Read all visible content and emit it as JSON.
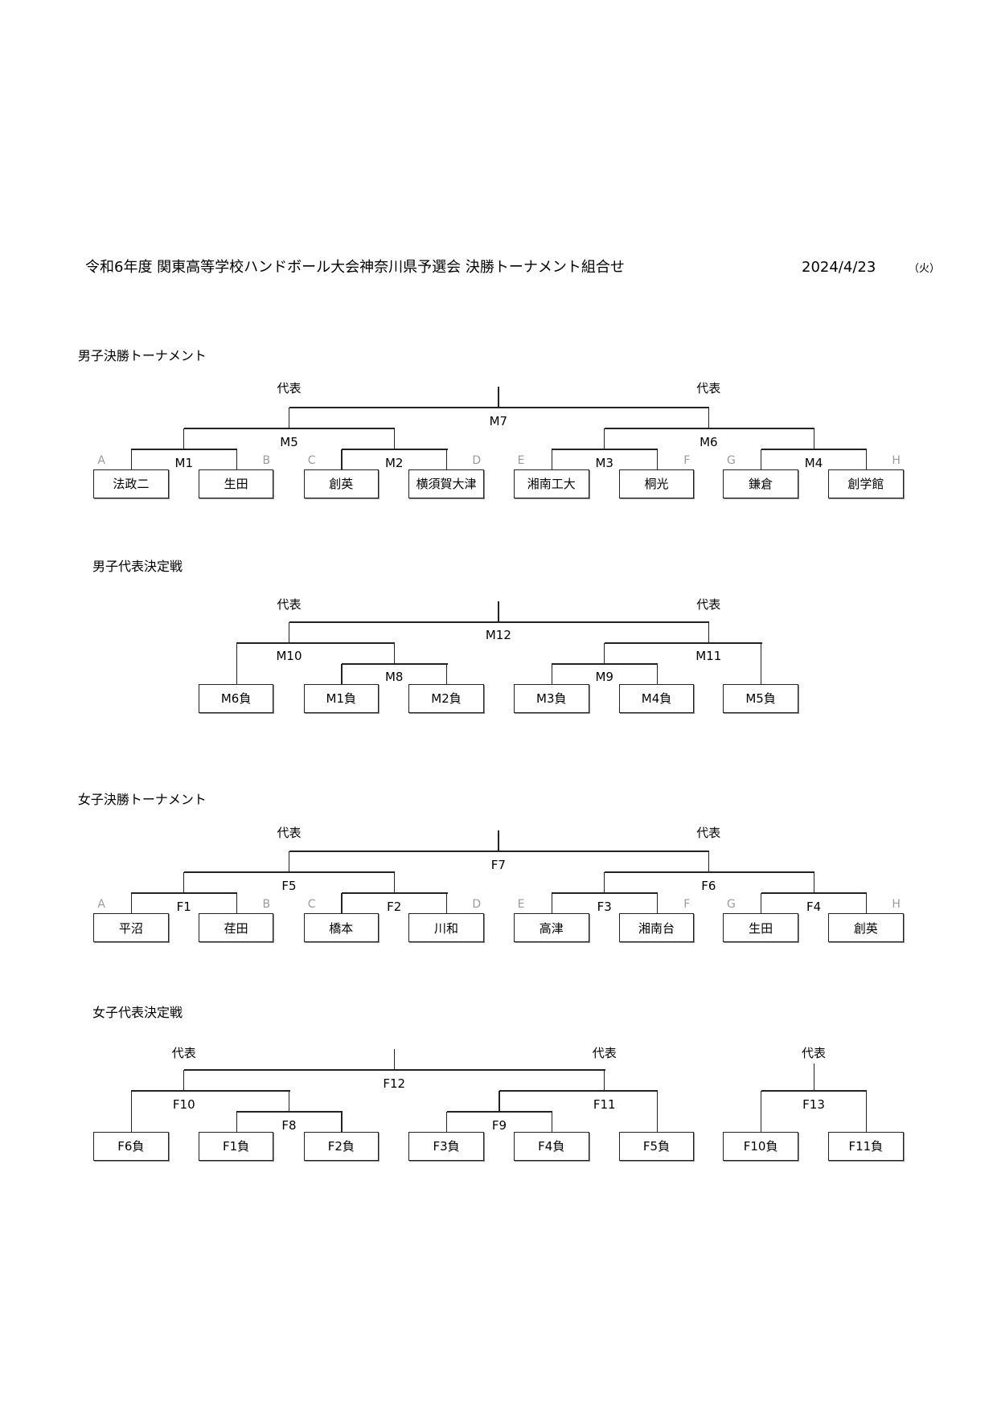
{
  "header": {
    "title": "令和6年度  関東高等学校ハンドボール大会神奈川県予選会  決勝トーナメント組合せ",
    "date": "2024/4/23",
    "weekday": "（火）"
  },
  "rep_label": "代表",
  "letters": [
    "A",
    "B",
    "C",
    "D",
    "E",
    "F",
    "G",
    "H"
  ],
  "men_final": {
    "heading": "男子決勝トーナメント",
    "teams": [
      "法政二",
      "生田",
      "創英",
      "横須賀大津",
      "湘南工大",
      "桐光",
      "鎌倉",
      "創学館"
    ],
    "matches": [
      "M1",
      "M2",
      "M3",
      "M4",
      "M5",
      "M6",
      "M7"
    ]
  },
  "men_rep": {
    "heading": "男子代表決定戦",
    "teams": [
      "M6負",
      "M1負",
      "M2負",
      "M3負",
      "M4負",
      "M5負"
    ],
    "matches": [
      "M8",
      "M9",
      "M10",
      "M11",
      "M12"
    ]
  },
  "women_final": {
    "heading": "女子決勝トーナメント",
    "teams": [
      "平沼",
      "荏田",
      "橋本",
      "川和",
      "高津",
      "湘南台",
      "生田",
      "創英"
    ],
    "matches": [
      "F1",
      "F2",
      "F3",
      "F4",
      "F5",
      "F6",
      "F7"
    ]
  },
  "women_rep": {
    "heading": "女子代表決定戦",
    "teams": [
      "F6負",
      "F1負",
      "F2負",
      "F3負",
      "F4負",
      "F5負",
      "F10負",
      "F11負"
    ],
    "matches": [
      "F8",
      "F9",
      "F10",
      "F11",
      "F12",
      "F13"
    ]
  }
}
